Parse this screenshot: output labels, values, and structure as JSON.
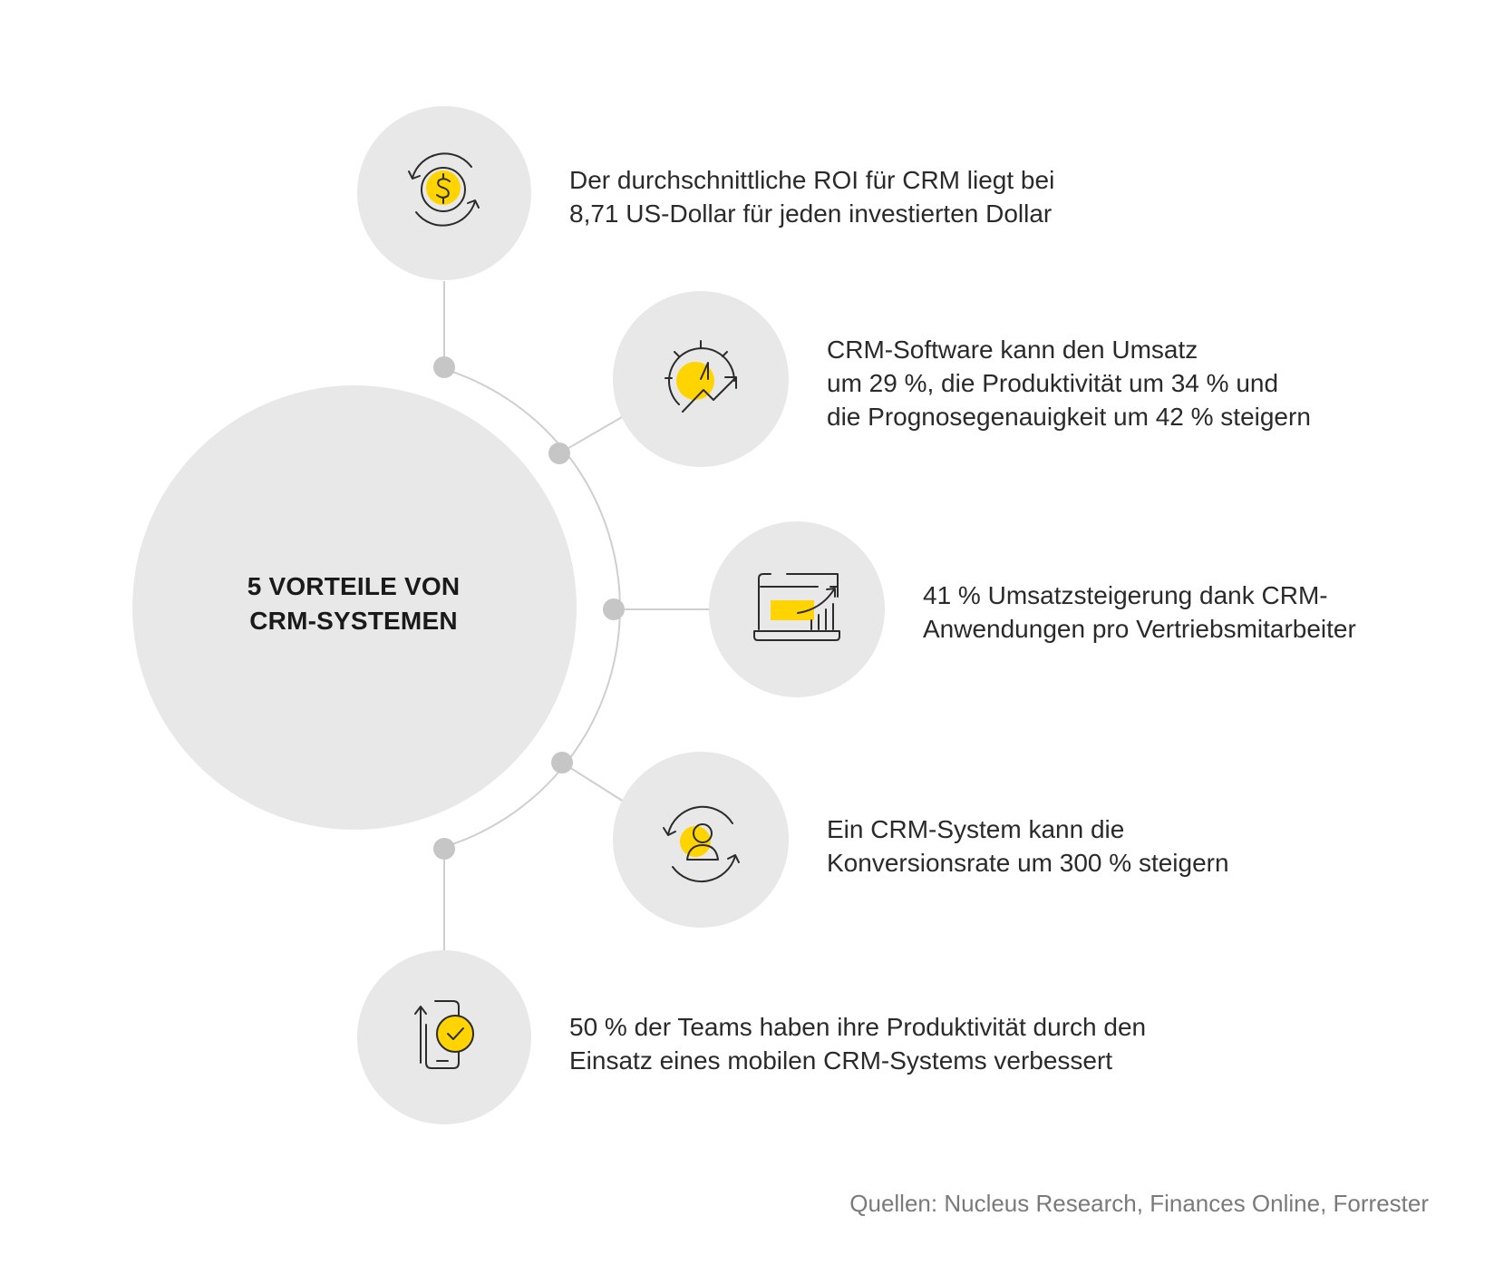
{
  "colors": {
    "circle_fill": "#e8e8e8",
    "connector": "#c8c8c8",
    "dot": "#c4c4c4",
    "accent": "#ffd400",
    "icon_stroke": "#2b2b2b",
    "text": "#2a2a2a",
    "source_text": "#7a7a7a"
  },
  "center": {
    "title_line1": "5 VORTEILE VON",
    "title_line2": "CRM-SYSTEMEN"
  },
  "benefits": [
    {
      "icon": "dollar-cycle-icon",
      "line1": "Der durchschnittliche ROI für CRM liegt bei",
      "line2": "8,71 US-Dollar für jeden investierten Dollar"
    },
    {
      "icon": "gauge-growth-icon",
      "line1": "CRM-Software kann den Umsatz",
      "line2": "um 29 %, die Produktivität um 34 % und",
      "line3": "die Prognosegenauigkeit um 42 % steigern"
    },
    {
      "icon": "laptop-chart-icon",
      "line1": "41 % Umsatzsteigerung dank CRM-",
      "line2": "Anwendungen pro Vertriebsmitarbeiter"
    },
    {
      "icon": "user-cycle-icon",
      "line1": "Ein CRM-System kann die",
      "line2": "Konversionsrate um 300 % steigern"
    },
    {
      "icon": "mobile-check-icon",
      "line1": "50 % der Teams haben ihre Produktivität durch den",
      "line2": "Einsatz eines mobilen CRM-Systems verbessert"
    }
  ],
  "source": "Quellen: Nucleus Research, Finances Online, Forrester"
}
